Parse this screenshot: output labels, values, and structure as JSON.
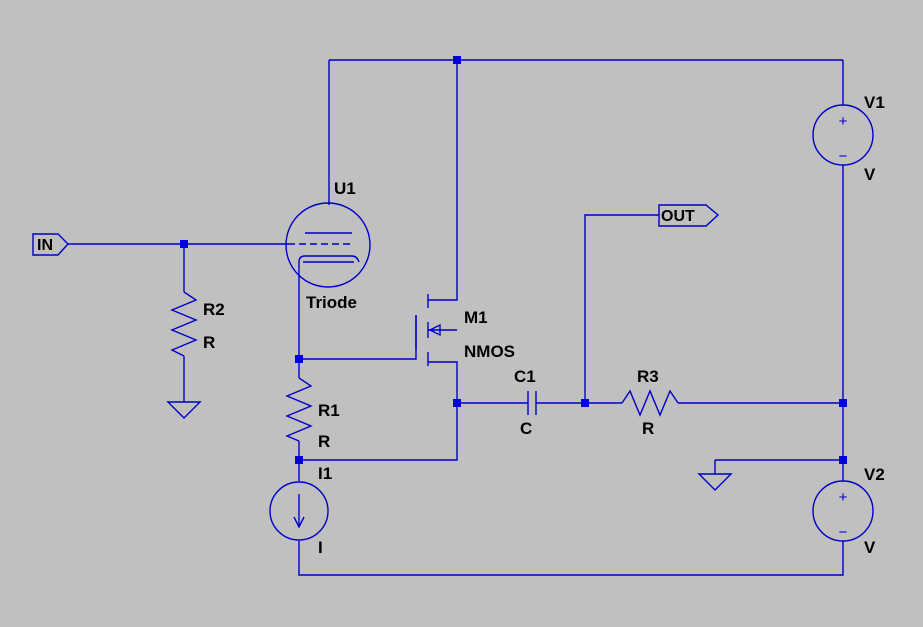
{
  "components": {
    "U1": {
      "ref": "U1",
      "value": "Triode"
    },
    "M1": {
      "ref": "M1",
      "value": "NMOS"
    },
    "R1": {
      "ref": "R1",
      "value": "R"
    },
    "R2": {
      "ref": "R2",
      "value": "R"
    },
    "R3": {
      "ref": "R3",
      "value": "R"
    },
    "C1": {
      "ref": "C1",
      "value": "C"
    },
    "I1": {
      "ref": "I1",
      "value": "I"
    },
    "V1": {
      "ref": "V1",
      "value": "V"
    },
    "V2": {
      "ref": "V2",
      "value": "V"
    }
  },
  "ports": {
    "in": "IN",
    "out": "OUT"
  },
  "symbols": {
    "plus": "+",
    "minus": "−"
  },
  "colors": {
    "background": "#c0c0c0",
    "wire": "#0000c8",
    "junction": "#0000e0",
    "text": "#000000"
  }
}
